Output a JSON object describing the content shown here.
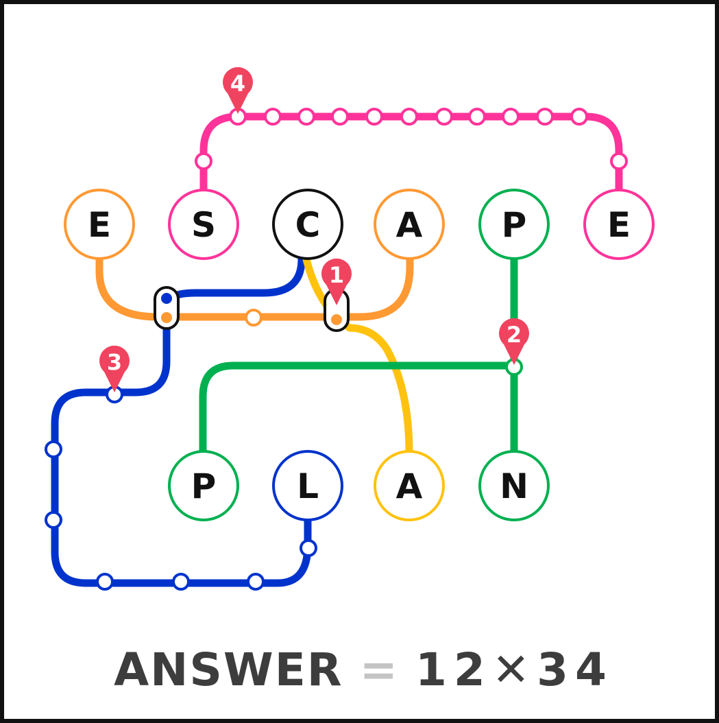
{
  "colors": {
    "pink": "#ff3399",
    "orange": "#ff9933",
    "blue": "#0033cc",
    "yellow": "#ffc20e",
    "green": "#00b050",
    "marker": "#f0435f",
    "text": "#111111",
    "answer_text": "#3d3d3d",
    "answer_equals": "#c4c4c4"
  },
  "top_word": [
    {
      "letter": "E",
      "line": "orange"
    },
    {
      "letter": "S",
      "line": "pink"
    },
    {
      "letter": "C",
      "line": "black"
    },
    {
      "letter": "A",
      "line": "orange"
    },
    {
      "letter": "P",
      "line": "green"
    },
    {
      "letter": "E",
      "line": "pink"
    }
  ],
  "bottom_word": [
    {
      "letter": "P",
      "line": "green"
    },
    {
      "letter": "L",
      "line": "blue"
    },
    {
      "letter": "A",
      "line": "yellow"
    },
    {
      "letter": "N",
      "line": "green"
    }
  ],
  "markers": [
    "1",
    "2",
    "3",
    "4"
  ],
  "answer": {
    "label": "ANSWER",
    "equals": "=",
    "value": "12✕34"
  }
}
